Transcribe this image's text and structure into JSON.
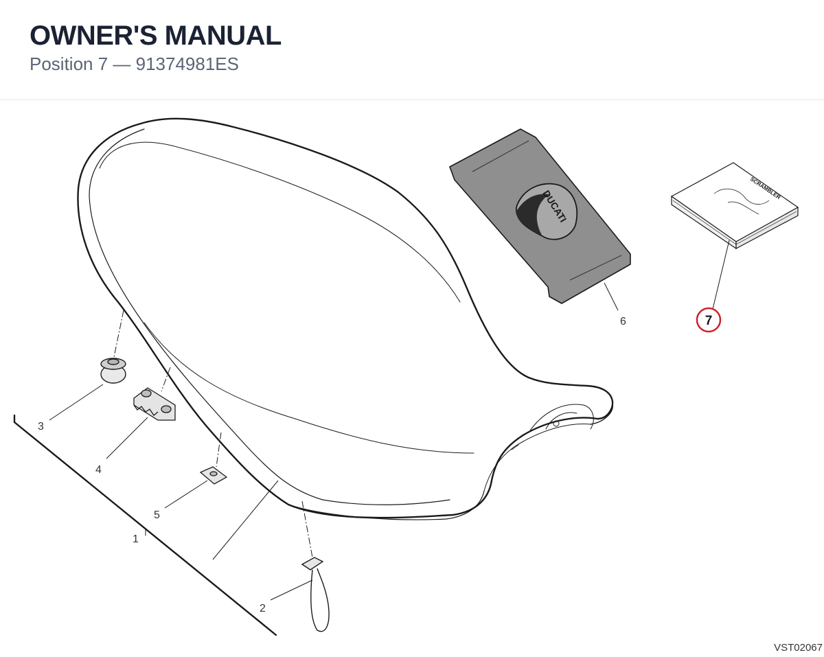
{
  "header": {
    "title": "OWNER'S MANUAL",
    "subtitle": "Position 7 — 91374981ES"
  },
  "callouts": [
    {
      "number": "1",
      "highlighted": false
    },
    {
      "number": "2",
      "highlighted": false
    },
    {
      "number": "3",
      "highlighted": false
    },
    {
      "number": "4",
      "highlighted": false
    },
    {
      "number": "5",
      "highlighted": false
    },
    {
      "number": "6",
      "highlighted": false
    },
    {
      "number": "7",
      "highlighted": true
    }
  ],
  "cover_text": {
    "brand": "DUCATI",
    "manual_cover": "SCRAMBLER"
  },
  "footer": {
    "code": "VST02067"
  },
  "colors": {
    "title": "#1a2233",
    "subtitle": "#5a6575",
    "highlight_ring": "#d0212a",
    "cover_fill": "#8f8f8f",
    "line": "#1a1a1a"
  }
}
